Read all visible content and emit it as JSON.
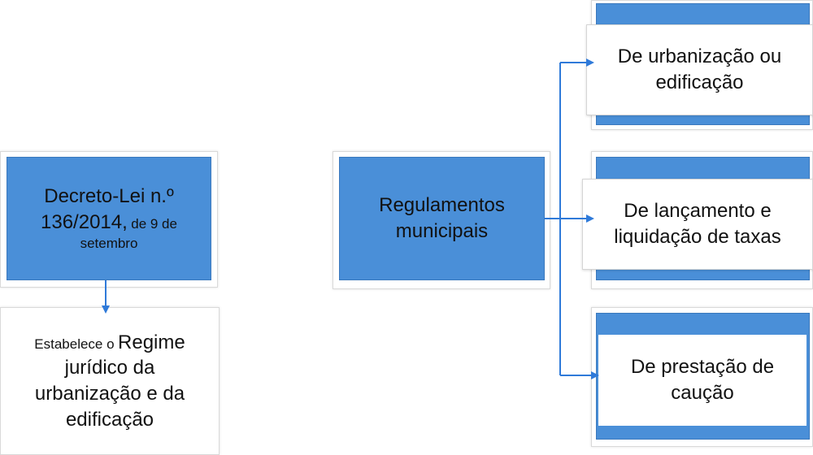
{
  "decree": {
    "line1": "Decreto-Lei n.º",
    "line2_big": "136/2014,",
    "line2_small": "de 9 de",
    "line3": "setembro"
  },
  "regime": {
    "small": "Estabelece o",
    "big1": "Regime",
    "line2": "jurídico da",
    "line3": "urbanização e da",
    "line4": "edificação"
  },
  "regulations": {
    "line1": "Regulamentos",
    "line2": "municipais"
  },
  "items": [
    {
      "line1": "De urbanização ou",
      "line2": "edificação"
    },
    {
      "line1": "De lançamento e",
      "line2": "liquidação de taxas"
    },
    {
      "line1": "De prestação de",
      "line2": "caução"
    }
  ],
  "colors": {
    "box_blue": "#4a8fd8",
    "connector": "#2f7ad9"
  }
}
